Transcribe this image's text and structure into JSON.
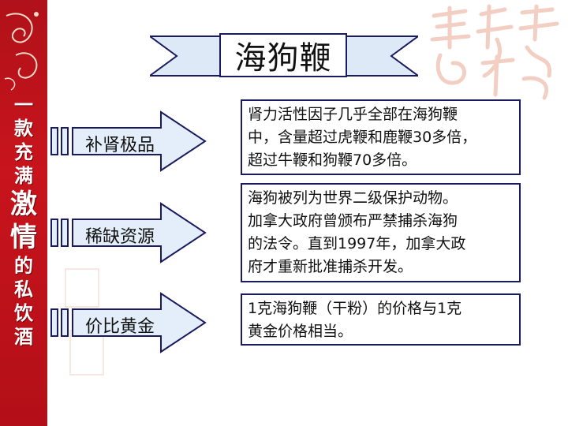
{
  "sidebar": {
    "lines": [
      "一",
      "款",
      "充",
      "满",
      "激",
      "情",
      "的",
      "私",
      "饮",
      "酒"
    ]
  },
  "title": "海狗鞭",
  "rows": [
    {
      "label": "补肾极品",
      "desc": [
        "肾力活性因子几乎全部在海狗鞭",
        "中，含量超过虎鞭和鹿鞭30多倍，",
        "超过牛鞭和狗鞭70多倍。"
      ]
    },
    {
      "label": "稀缺资源",
      "desc": [
        "海狗被列为世界二级保护动物。",
        "加拿大政府曾颁布严禁捕杀海狗",
        "的法令。直到1997年，加拿大政",
        "府才重新批准捕杀开发。"
      ]
    },
    {
      "label": "价比黄金",
      "desc": [
        "1克海狗鞭（干粉）的价格与1克",
        "黄金价格相当。"
      ]
    }
  ],
  "colors": {
    "sidebar": "#b8121b",
    "arrow_fill": "#e3eefa",
    "border": "#1a1a5e"
  }
}
